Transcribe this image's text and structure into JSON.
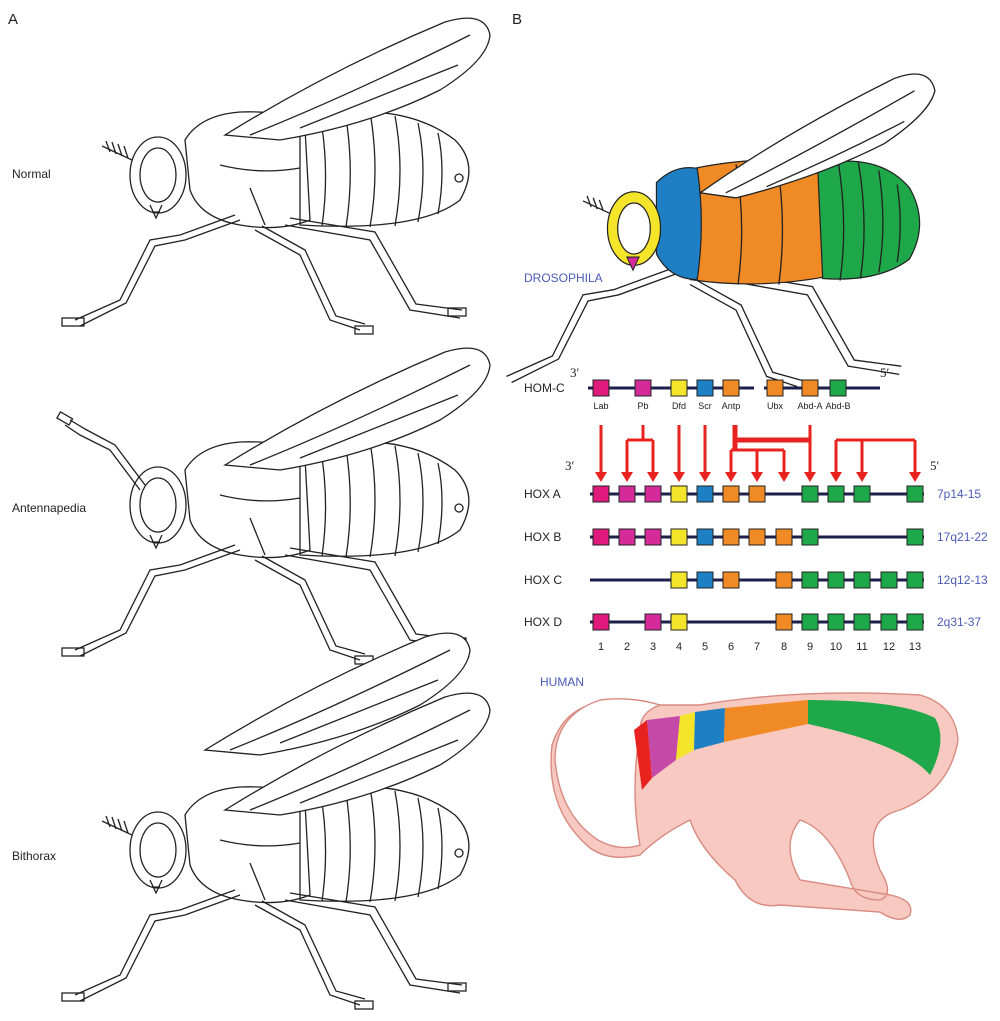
{
  "panels": {
    "a": "A",
    "b": "B"
  },
  "flies": [
    {
      "label": "Normal",
      "antenna": "arista",
      "wings": 1
    },
    {
      "label": "Antennapedia",
      "antenna": "leg",
      "wings": 1
    },
    {
      "label": "Bithorax",
      "antenna": "arista",
      "wings": 2
    }
  ],
  "drosophila_label": "DROSOPHILA",
  "human_label": "HUMAN",
  "colors": {
    "lab": "#e0197d",
    "pb": "#d42a9a",
    "dfd": "#f5e52a",
    "scr": "#1f7fc4",
    "antp": "#f08a24",
    "abdb": "#1fa84a",
    "arrow": "#e8231f",
    "chromosome": "#1b1f4a",
    "embryo": "#f7c9c0"
  },
  "homc": {
    "label": "HOM-C",
    "end3": "3′",
    "end5": "5′",
    "genes": [
      {
        "name": "Lab",
        "type": "lab"
      },
      {
        "name": "Pb",
        "type": "pb"
      },
      {
        "name": "Dfd",
        "type": "dfd"
      },
      {
        "name": "Scr",
        "type": "scr"
      },
      {
        "name": "Antp",
        "type": "antp"
      },
      {
        "name": "Ubx",
        "type": "antp"
      },
      {
        "name": "Abd-A",
        "type": "antp"
      },
      {
        "name": "Abd-B",
        "type": "abdb"
      }
    ]
  },
  "hox": {
    "end3": "3′",
    "end5": "5′",
    "paralog_numbers": [
      "1",
      "2",
      "3",
      "4",
      "5",
      "6",
      "7",
      "8",
      "9",
      "10",
      "11",
      "12",
      "13"
    ],
    "clusters": [
      {
        "label": "HOX  A",
        "locus": "7p14-15",
        "genes": [
          1,
          2,
          3,
          4,
          5,
          6,
          7,
          9,
          10,
          11,
          13
        ]
      },
      {
        "label": "HOX  B",
        "locus": "17q21-22",
        "genes": [
          1,
          2,
          3,
          4,
          5,
          6,
          7,
          8,
          9,
          13
        ]
      },
      {
        "label": "HOX  C",
        "locus": "12q12-13",
        "genes": [
          4,
          5,
          6,
          8,
          9,
          10,
          11,
          12,
          13
        ]
      },
      {
        "label": "HOX  D",
        "locus": "2q31-37",
        "genes": [
          1,
          3,
          4,
          8,
          9,
          10,
          11,
          12,
          13
        ]
      }
    ]
  }
}
